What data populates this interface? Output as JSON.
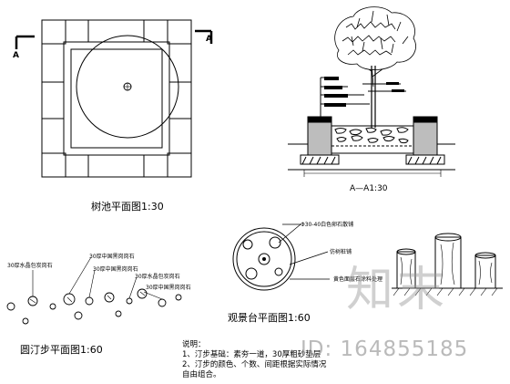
{
  "section_marks": {
    "left": "A",
    "right": "A"
  },
  "titles": {
    "tree_pool_plan": "树池平面图1:30",
    "section_a_a1": "A—A1:30",
    "viewing_platform_plan": "观景台平面图1:60",
    "stepping_stone_plan": "圆汀步平面图1:60"
  },
  "stepping_labels": [
    "30厚水晶包炭岗石",
    "30厚中国黑岗岗石",
    "30厚中国黑岗岗石",
    "30厚水晶包炭岗石",
    "30厚中国黑岗岗石"
  ],
  "platform_labels": [
    "Φ30-40白色卵石散铺",
    "仿树桩铺",
    "黄色面层石涂料处理"
  ],
  "notes": {
    "heading": "说明：",
    "lines": [
      "1、汀步基础：素夯一道，30厚粗砂垫层",
      "2、汀步的颜色、个数、间距根据实际情况",
      "自由组合。"
    ]
  },
  "watermark": {
    "text": "知末",
    "id": "ID: 164855185"
  }
}
